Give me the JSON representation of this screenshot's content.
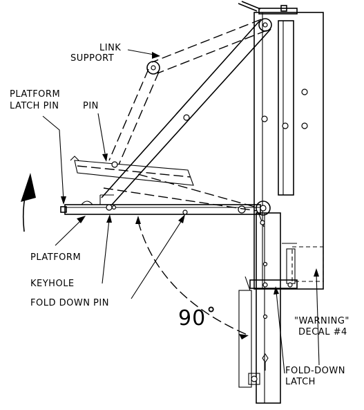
{
  "labels": {
    "link_support_1": "LINK",
    "link_support_2": "SUPPORT",
    "platform_latch_pin_1": "PLATFORM",
    "platform_latch_pin_2": "LATCH PIN",
    "pin": "PIN",
    "platform": "PLATFORM",
    "keyhole": "KEYHOLE",
    "fold_down_pin": "FOLD DOWN PIN",
    "angle": "90˚",
    "warning_decal_1": "\"WARNING\"",
    "warning_decal_2": "DECAL #4",
    "fold_down_latch_1": "FOLD-DOWN",
    "fold_down_latch_2": "LATCH"
  }
}
